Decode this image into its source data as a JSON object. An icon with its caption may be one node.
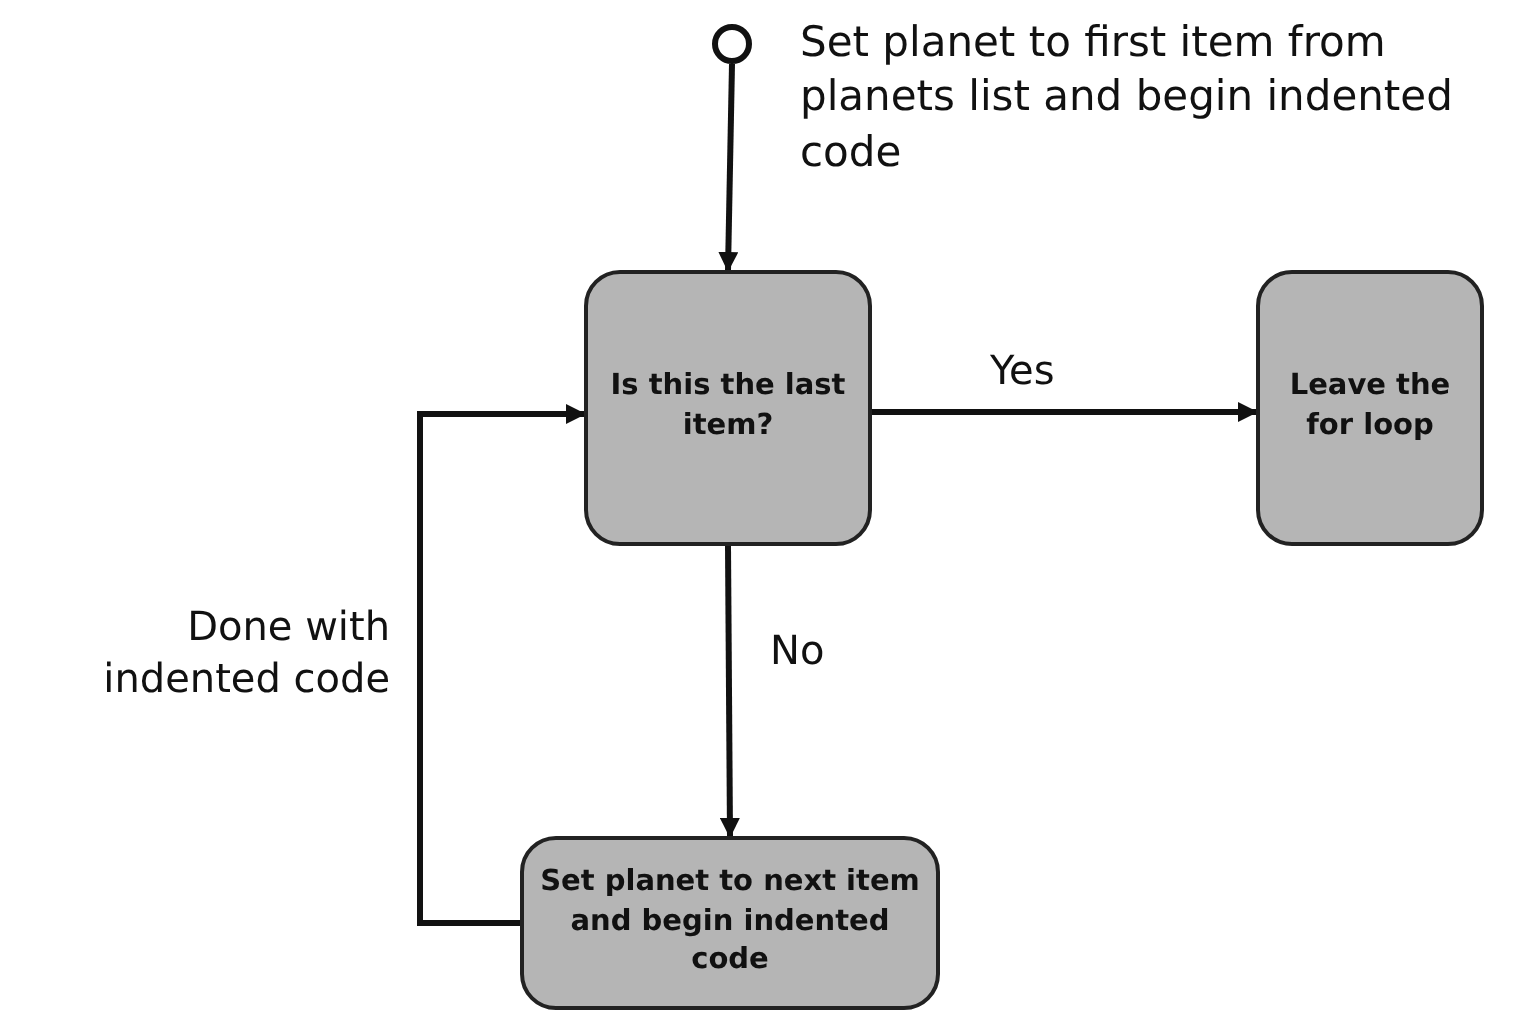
{
  "diagram": {
    "nodes": [
      {
        "text": [],
        "shape": "circle",
        "beside": [
          "Set planet to first item from planets list and begin indented code"
        ]
      },
      {
        "text": [
          "Is this the last item?"
        ]
      },
      {
        "text": [
          "Leave the for loop"
        ]
      },
      {
        "text": [
          "Set planet to next item and begin indented code"
        ]
      }
    ],
    "edges": [
      {
        "from": 0,
        "to": 1,
        "arrow": "to"
      },
      {
        "from": 1,
        "to": 2,
        "arrow": "to",
        "label": "Yes"
      },
      {
        "from": 1,
        "to": 3,
        "arrow": "to",
        "label": "No"
      },
      {
        "from": 3,
        "to": 1,
        "arrow": "to",
        "label": "Done with indented code"
      }
    ]
  }
}
